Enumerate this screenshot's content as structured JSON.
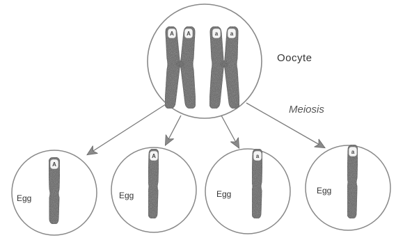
{
  "diagram": {
    "oocyte": {
      "label": "Oocyte",
      "alleles": [
        "A",
        "A",
        "a",
        "a"
      ]
    },
    "process_label": "Meiosis",
    "eggs": [
      {
        "label": "Egg",
        "allele": "A"
      },
      {
        "label": "Egg",
        "allele": "A"
      },
      {
        "label": "Egg",
        "allele": "a"
      },
      {
        "label": "Egg",
        "allele": "a"
      }
    ],
    "colors": {
      "outline": "#888888",
      "chromosome": "#555555",
      "chromosome_dark": "#2f2f2f",
      "arrow": "#777777",
      "text": "#333333"
    }
  }
}
